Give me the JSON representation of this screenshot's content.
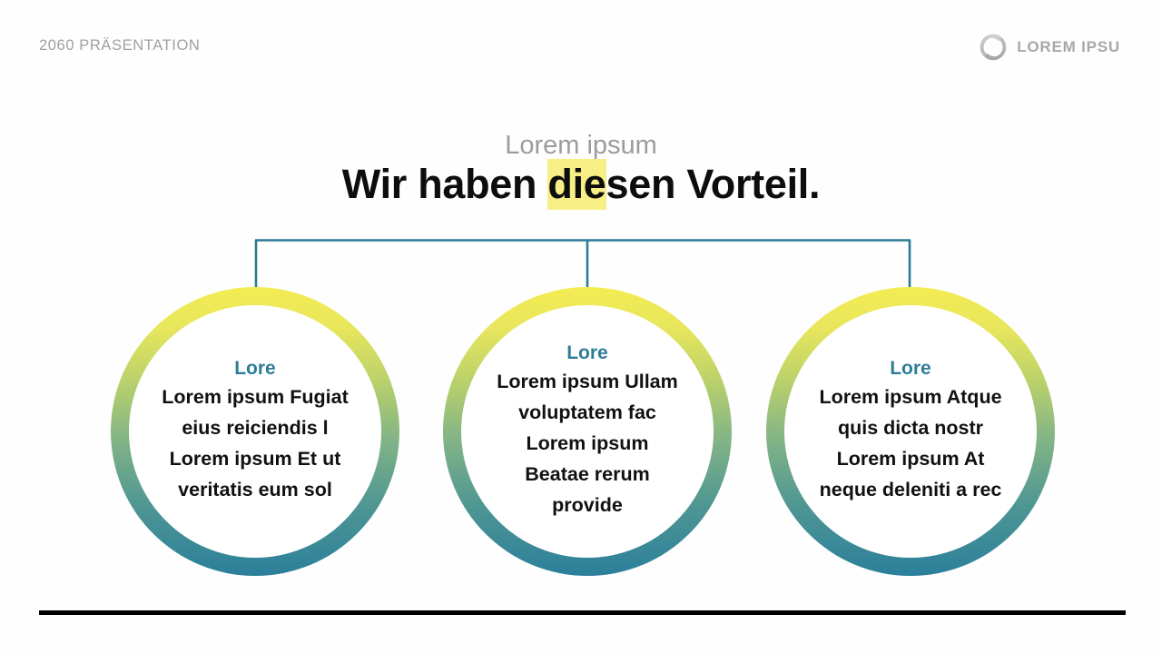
{
  "slide": {
    "background_color": "#fefefe",
    "accent_teal": "#2b7a96",
    "highlight_color": "#f7ef85",
    "ring_gradient_top": "#f3ec52",
    "ring_gradient_mid": "#84b585",
    "ring_gradient_bottom": "#2b7f9b"
  },
  "header": {
    "label": "2060 PRÄSENTATION",
    "logo_icon": "ring-spiral-logo-icon",
    "logo_text": "LOREM IPSU"
  },
  "title_block": {
    "subtitle": "Lorem ipsum",
    "title_before": "Wir haben ",
    "title_highlight": "die",
    "title_after": "sen Vorteil."
  },
  "diagram": {
    "connector_color": "#2b7a96",
    "circles": [
      {
        "heading": "Lore",
        "body": "Lorem ipsum Fugiat\neius reiciendis l\nLorem ipsum Et ut\nveritatis eum sol"
      },
      {
        "heading": "Lore",
        "body": "Lorem ipsum Ullam\nvoluptatem fac\nLorem ipsum\nBeatae rerum\nprovide"
      },
      {
        "heading": "Lore",
        "body": "Lorem ipsum Atque\nquis dicta nostr\nLorem ipsum At\nneque deleniti a rec"
      }
    ]
  },
  "footer": {
    "rule_color": "#000000"
  }
}
